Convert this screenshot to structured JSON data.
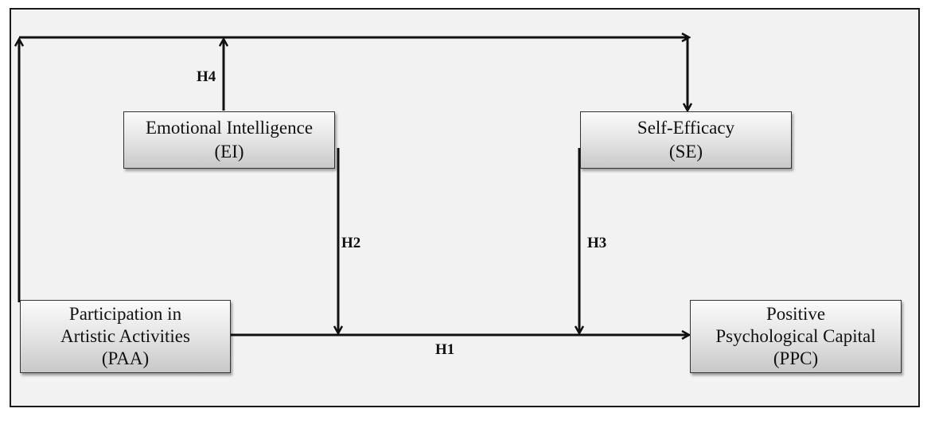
{
  "nodes": {
    "ei": {
      "line1": "Emotional Intelligence",
      "line2": "(EI)"
    },
    "se": {
      "line1": "Self-Efficacy",
      "line2": "(SE)"
    },
    "paa": {
      "line1": "Participation in",
      "line2": "Artistic Activities",
      "line3": "(PAA)"
    },
    "ppc": {
      "line1": "Positive",
      "line2": "Psychological Capital",
      "line3": "(PPC)"
    }
  },
  "hypotheses": {
    "h1": "H1",
    "h2": "H2",
    "h3": "H3",
    "h4": "H4"
  }
}
